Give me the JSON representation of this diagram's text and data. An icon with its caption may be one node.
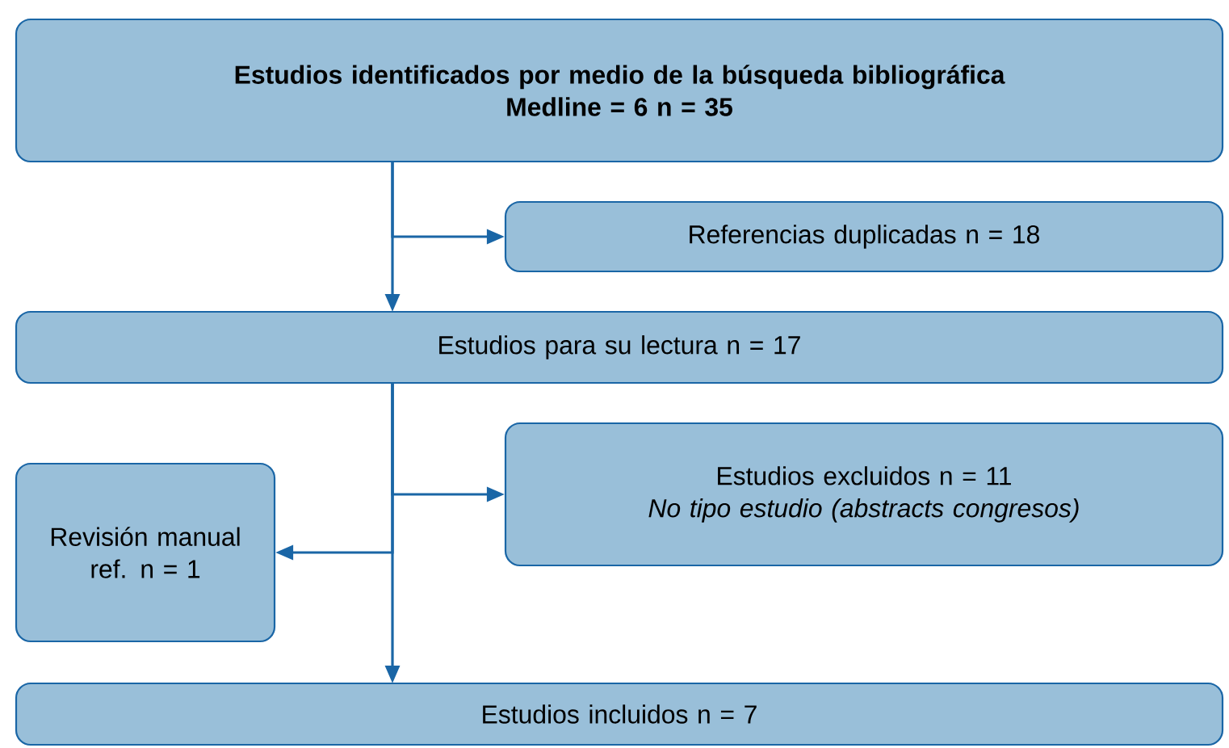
{
  "diagram": {
    "nodes": [
      {
        "text": [
          "Estudios identificados por medio de la búsqueda bibliográfica",
          "Medline = 6    n = 35"
        ]
      },
      {
        "text": [
          "Referencias duplicadas    n = 18"
        ]
      },
      {
        "text": [
          "Estudios para su lectura    n = 17"
        ]
      },
      {
        "text": [
          "Estudios excluidos    n = 11",
          "No tipo estudio (abstracts congresos)"
        ]
      },
      {
        "text": [
          "Revisión manual ref. n = 1"
        ]
      },
      {
        "text": [
          "Estudios incluidos    n = 7"
        ]
      }
    ],
    "edges": [
      {
        "from": 0,
        "to": 1,
        "arrow": "to"
      },
      {
        "from": 0,
        "to": 2,
        "arrow": "to"
      },
      {
        "from": 2,
        "to": 3,
        "arrow": "to"
      },
      {
        "from": 2,
        "to": 4,
        "arrow": "to"
      },
      {
        "from": 2,
        "to": 5,
        "arrow": "to"
      }
    ]
  }
}
